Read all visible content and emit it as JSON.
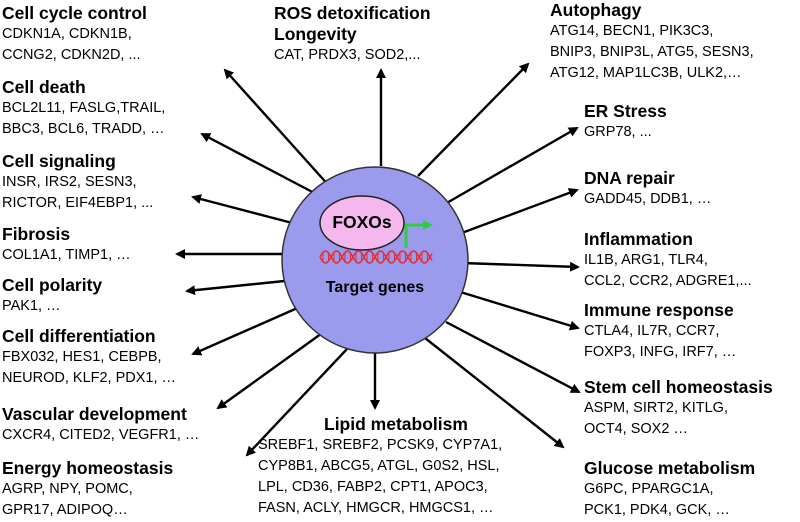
{
  "center": {
    "regulator": "FOXOs",
    "target": "Target genes"
  },
  "categories": [
    {
      "id": "cell-cycle",
      "title": "Cell cycle control",
      "genes": [
        "CDKN1A, CDKN1B,",
        "CCNG2, CDKN2D, ..."
      ]
    },
    {
      "id": "ros",
      "title": "ROS detoxification",
      "subtitle": "Longevity",
      "genes": [
        "CAT, PRDX3, SOD2,..."
      ]
    },
    {
      "id": "autophagy",
      "title": "Autophagy",
      "genes": [
        "ATG14, BECN1, PIK3C3,",
        "BNIP3, BNIP3L, ATG5, SESN3,",
        "ATG12, MAP1LC3B, ULK2,…"
      ]
    },
    {
      "id": "cell-death",
      "title": "Cell death",
      "genes": [
        "BCL2L11, FASLG,TRAIL,",
        "BBC3, BCL6, TRADD, …"
      ]
    },
    {
      "id": "er-stress",
      "title": "ER Stress",
      "genes": [
        "GRP78, ..."
      ]
    },
    {
      "id": "cell-signaling",
      "title": "Cell signaling",
      "genes": [
        "INSR, IRS2, SESN3,",
        "RICTOR, EIF4EBP1, ..."
      ]
    },
    {
      "id": "dna-repair",
      "title": "DNA repair",
      "genes": [
        "GADD45, DDB1, …"
      ]
    },
    {
      "id": "fibrosis",
      "title": "Fibrosis",
      "genes": [
        "COL1A1, TIMP1, …"
      ]
    },
    {
      "id": "inflammation",
      "title": "Inflammation",
      "genes": [
        "IL1B, ARG1, TLR4,",
        "CCL2, CCR2, ADGRE1,..."
      ]
    },
    {
      "id": "cell-polarity",
      "title": "Cell polarity",
      "genes": [
        "PAK1, …"
      ]
    },
    {
      "id": "immune",
      "title": "Immune response",
      "genes": [
        "CTLA4, IL7R, CCR7,",
        "FOXP3, INFG, IRF7, …"
      ]
    },
    {
      "id": "cell-diff",
      "title": "Cell differentiation",
      "genes": [
        "FBX032, HES1, CEBPB,",
        "NEUROD, KLF2, PDX1, …"
      ]
    },
    {
      "id": "stem-cell",
      "title": "Stem cell homeostasis",
      "genes": [
        "ASPM, SIRT2, KITLG,",
        "OCT4, SOX2 …"
      ]
    },
    {
      "id": "vascular",
      "title": "Vascular development",
      "genes": [
        "CXCR4, CITED2, VEGFR1, …"
      ]
    },
    {
      "id": "lipid",
      "title": "Lipid metabolism",
      "genes": [
        "SREBF1, SREBF2, PCSK9, CYP7A1,",
        "CYP8B1, ABCG5, ATGL, G0S2, HSL,",
        "LPL, CD36, FABP2, CPT1, APOC3,",
        "FASN, ACLY, HMGCR, HMGCS1, …"
      ]
    },
    {
      "id": "energy",
      "title": "Energy homeostasis",
      "genes": [
        "AGRP, NPY, POMC,",
        "GPR17, ADIPOQ…"
      ]
    },
    {
      "id": "glucose",
      "title": "Glucose metabolism",
      "genes": [
        "G6PC, PPARGC1A,",
        "PCK1, PDK4, GCK, …"
      ]
    }
  ],
  "colors": {
    "circle_fill": "#9b9bee",
    "oval_fill": "#f5b8ec",
    "dna": "#e0303a",
    "tss_arrow": "#2ecc40"
  }
}
